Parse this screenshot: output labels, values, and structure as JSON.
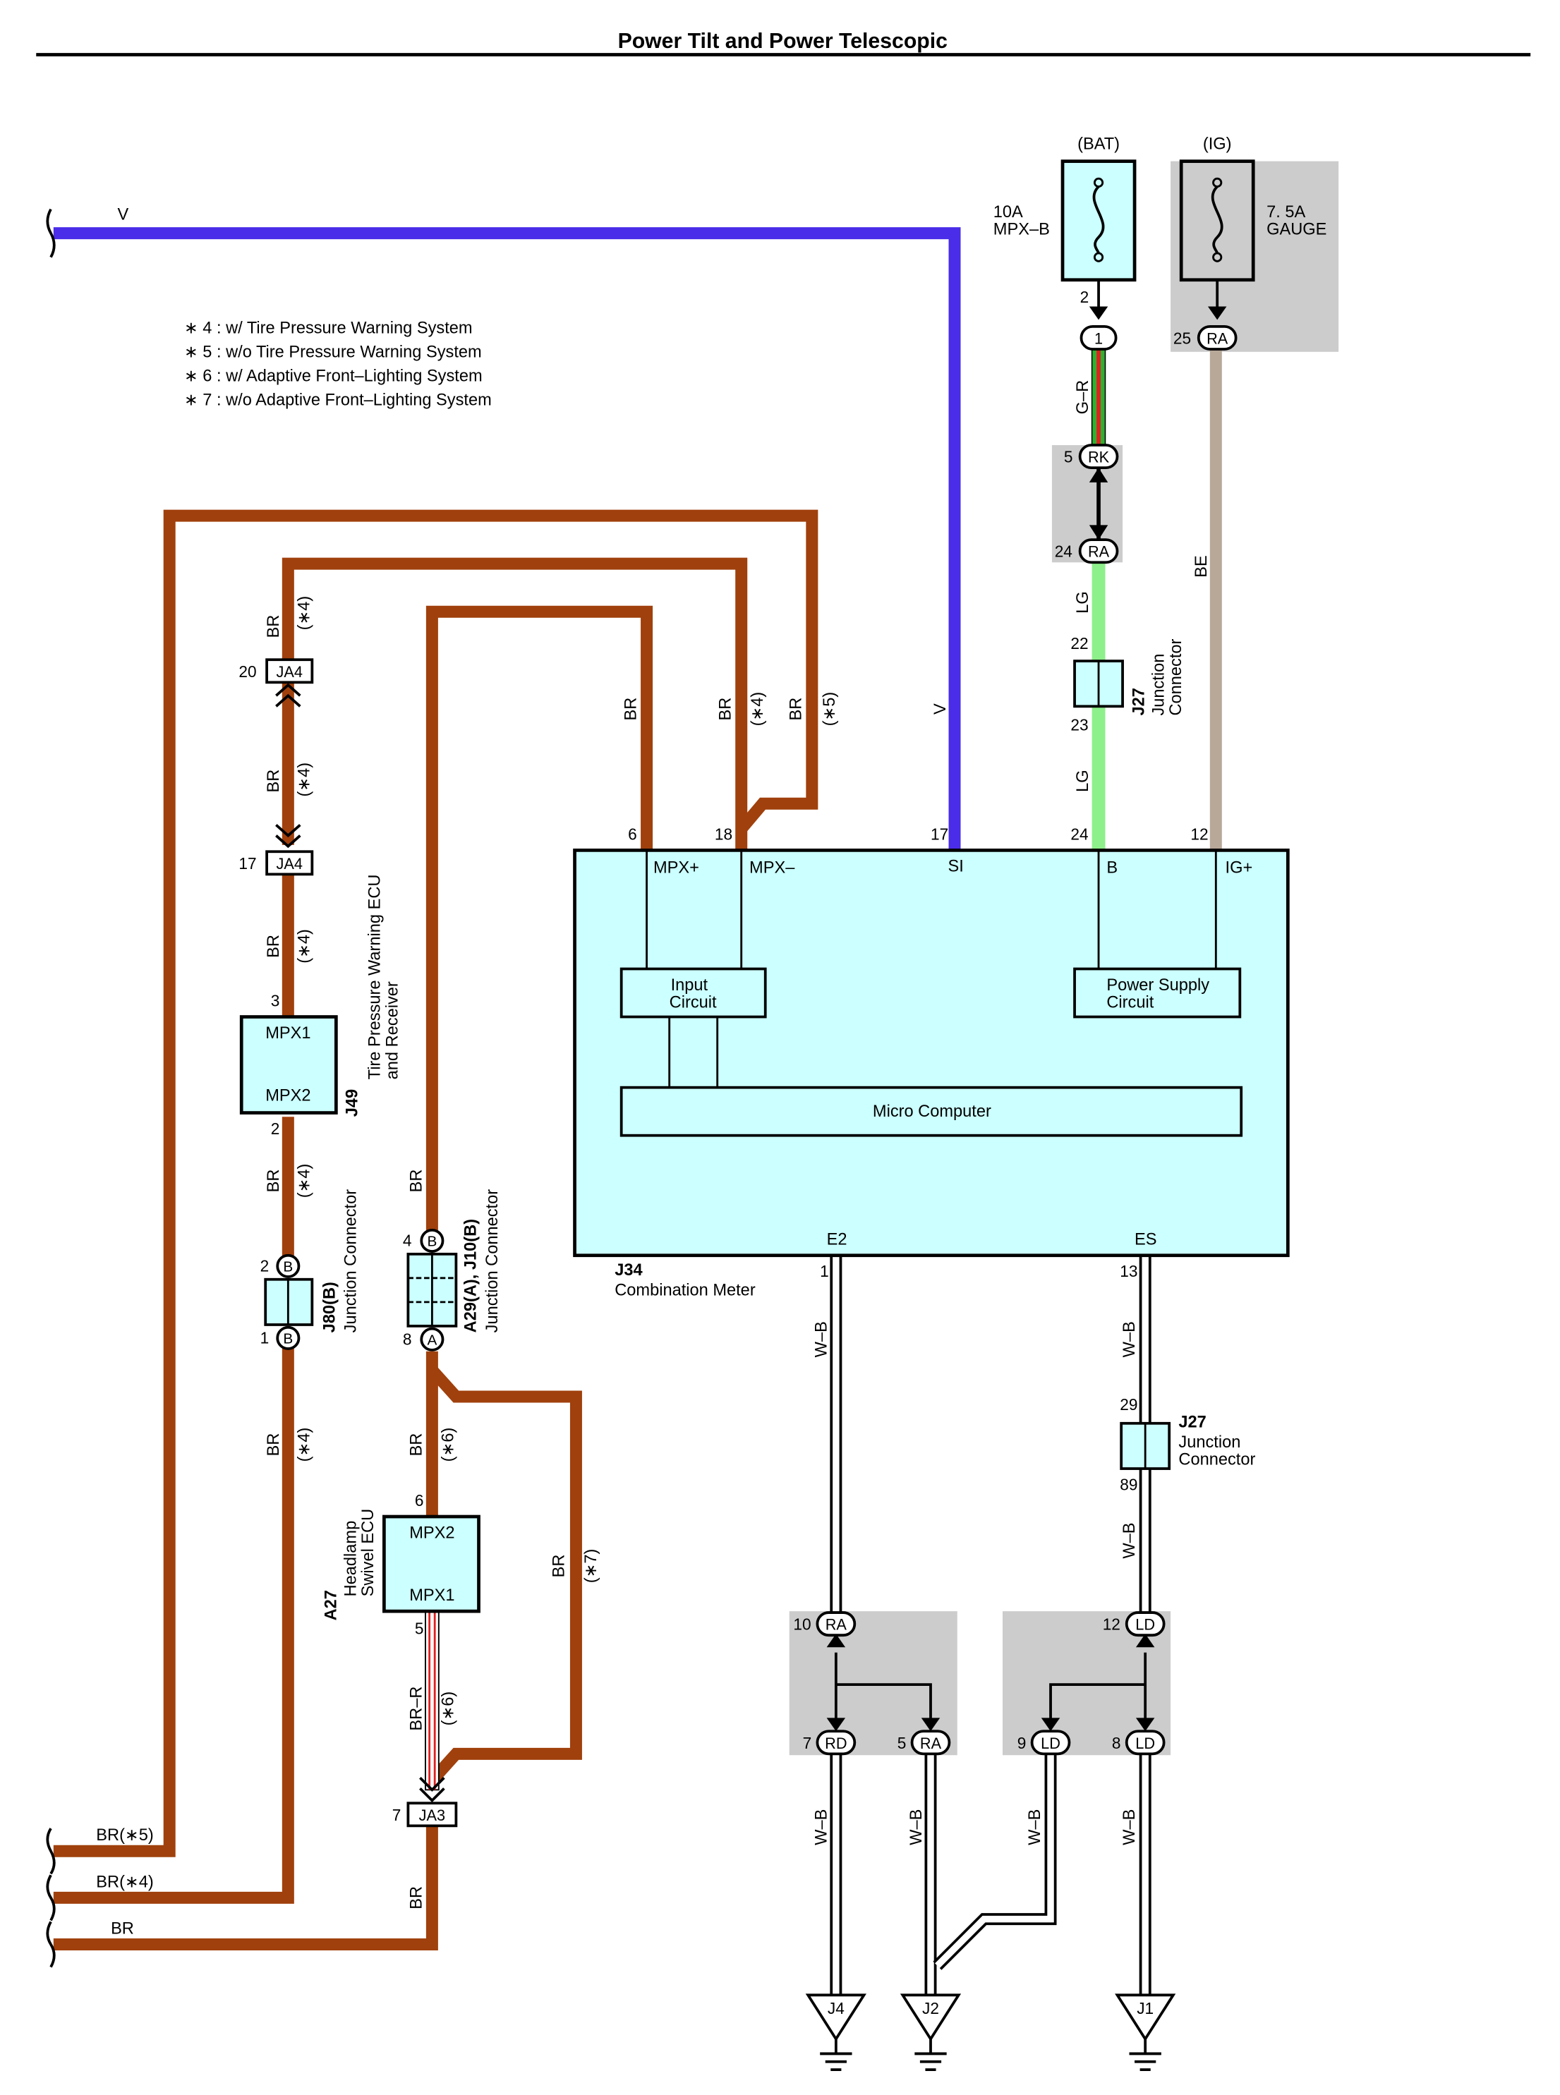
{
  "title": "Power Tilt and Power Telescopic",
  "notes": [
    "∗ 4 : w/ Tire Pressure Warning System",
    "∗ 5 : w/o Tire Pressure Warning System",
    "∗ 6 : w/ Adaptive Front–Lighting System",
    "∗ 7 : w/o Adaptive Front–Lighting System"
  ],
  "colors": {
    "br": "#a0400c",
    "v": "#4a2de8",
    "lg": "#8ef08a",
    "be": "#b8a898",
    "component": "#ccffff",
    "shade": "#cccccc",
    "red": "#e02020",
    "green": "#30b030"
  },
  "supply": {
    "bat": "(BAT)",
    "ig": "(IG)",
    "fuse_bat_amp": "10A",
    "fuse_bat_name": "MPX–B",
    "fuse_ig_amp": "7. 5A",
    "fuse_ig_name": "GAUGE"
  },
  "meter": {
    "code": "J34",
    "name": "Combination Meter",
    "terminals": {
      "mpx_plus": "MPX+",
      "mpx_minus": "MPX–",
      "si": "SI",
      "b": "B",
      "ig": "IG+",
      "e2": "E2",
      "es": "ES"
    },
    "input_circuit": [
      "Input",
      "Circuit"
    ],
    "power_supply": [
      "Power Supply",
      "Circuit"
    ],
    "micro": "Micro Computer"
  },
  "components": {
    "j49_code": "J49",
    "j49_name": [
      "Tire Pressure Warning ECU",
      "and Receiver"
    ],
    "mpx1": "MPX1",
    "mpx2": "MPX2",
    "j80_code": "J80(B)",
    "jc_name": "Junction Connector",
    "a29_code": "A29(A), J10(B)",
    "a27_code": "A27",
    "a27_name": [
      "Headlamp",
      "Swivel ECU"
    ],
    "j27_code": "J27",
    "j27_name": [
      "Junction",
      "Connector"
    ]
  },
  "connectors": {
    "ja4": "JA4",
    "ja3": "JA3",
    "rk": "RK",
    "ra": "RA",
    "rd": "RD",
    "ld": "LD",
    "b": "B",
    "a": "A",
    "one": "1"
  },
  "grounds": [
    "J4",
    "J2",
    "J1"
  ],
  "wire_labels": {
    "v": "V",
    "br": "BR",
    "br_r": "BR–R",
    "gr": "G–R",
    "lg": "LG",
    "be": "BE",
    "wb": "W–B",
    "br5": "BR(∗5)",
    "br4": "BR(∗4)",
    "n4": "(∗4)",
    "n5": "(∗5)",
    "n6": "(∗6)",
    "n7": "(∗7)"
  },
  "pins": {
    "p1": "1",
    "p2": "2",
    "p3": "3",
    "p4": "4",
    "p5": "5",
    "p6": "6",
    "p7": "7",
    "p8": "8",
    "p9": "9",
    "p10": "10",
    "p12": "12",
    "p13": "13",
    "p17": "17",
    "p18": "18",
    "p20": "20",
    "p22": "22",
    "p23": "23",
    "p24": "24",
    "p25": "25",
    "p29": "29",
    "p89": "89"
  }
}
